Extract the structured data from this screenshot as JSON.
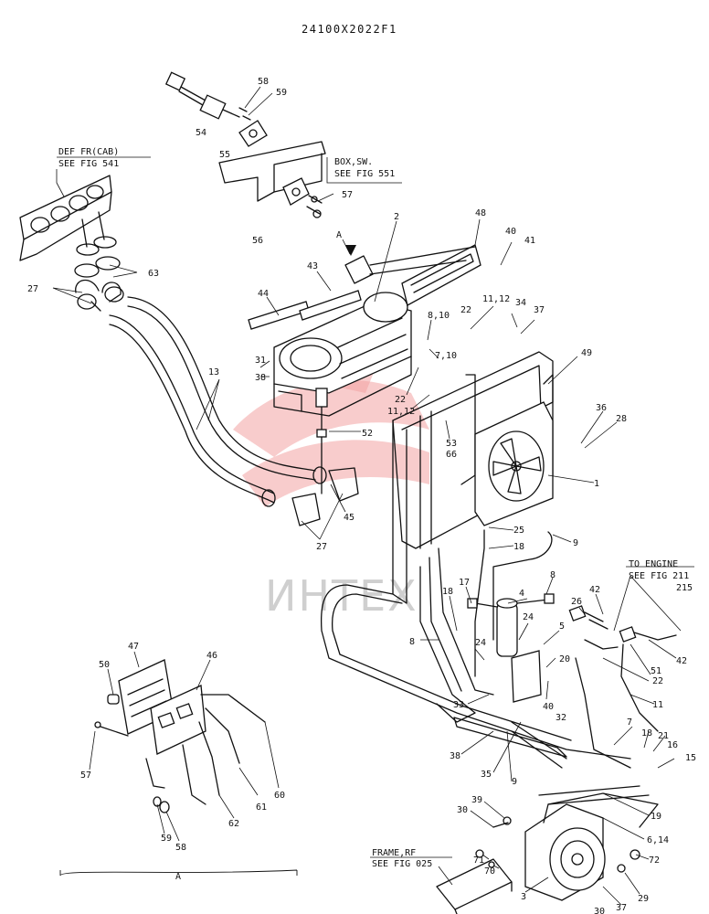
{
  "drawing_number": "24100X2022F1",
  "watermark": "ИНТЕХ",
  "references": {
    "def_fr_line1": "DEF FR(CAB)",
    "def_fr_line2": "SEE FIG 541",
    "box_sw_line1": "BOX,SW.",
    "box_sw_line2": "SEE FIG 551",
    "to_engine_line1": "TO ENGINE",
    "to_engine_line2": "SEE FIG 211",
    "to_engine_line3": "215",
    "frame_rf_line1": "FRAME,RF",
    "frame_rf_line2": "SEE FIG 025"
  },
  "view_markers": {
    "arrow": "A",
    "detail": "A"
  },
  "callouts": [
    "58",
    "59",
    "54",
    "55",
    "57",
    "56",
    "2",
    "48",
    "40",
    "41",
    "63",
    "27",
    "43",
    "44",
    "11,12",
    "34",
    "37",
    "22",
    "8,10",
    "7,10",
    "31",
    "38",
    "22",
    "11,12",
    "49",
    "13",
    "52",
    "53",
    "66",
    "36",
    "28",
    "1",
    "45",
    "27",
    "25",
    "18",
    "9",
    "8",
    "17",
    "18",
    "4",
    "26",
    "42",
    "24",
    "5",
    "8",
    "24",
    "20",
    "51",
    "22",
    "42",
    "33",
    "40",
    "32",
    "11",
    "47",
    "46",
    "50",
    "57",
    "38",
    "35",
    "9",
    "7",
    "18",
    "21",
    "16",
    "15",
    "60",
    "61",
    "62",
    "59",
    "58",
    "39",
    "30",
    "19",
    "6,14",
    "71",
    "70",
    "72",
    "3",
    "29",
    "37",
    "30"
  ]
}
